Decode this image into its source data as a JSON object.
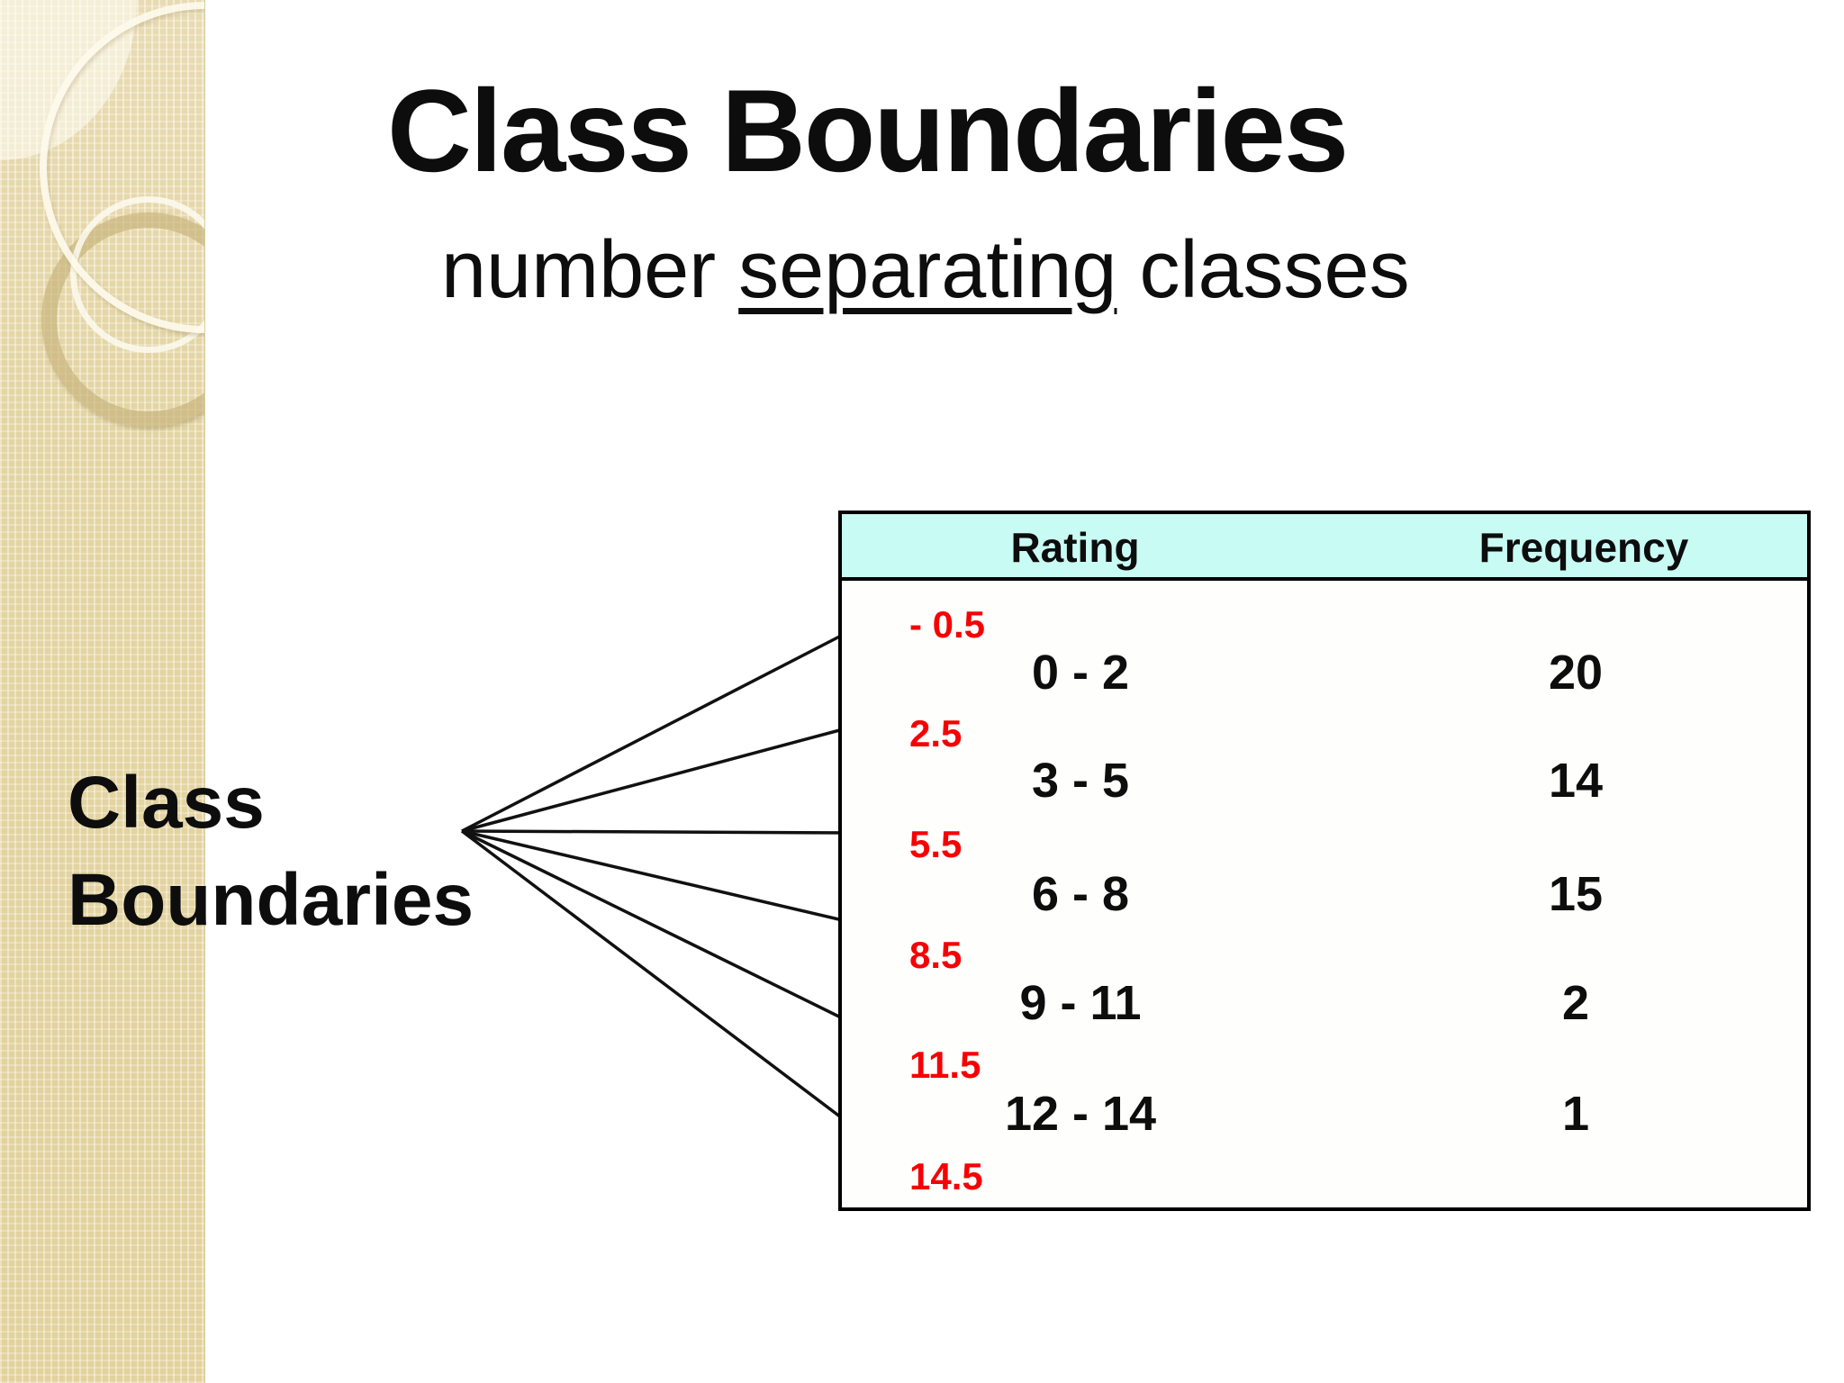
{
  "slide": {
    "title": "Class Boundaries",
    "subtitle": {
      "pre": "number ",
      "underlined": "separating",
      "post": " classes"
    },
    "side_label": {
      "line1": "Class",
      "line2": "Boundaries"
    }
  },
  "table": {
    "headers": {
      "rating": "Rating",
      "frequency": "Frequency"
    },
    "rows": [
      {
        "rating": "0 - 2",
        "frequency": "20"
      },
      {
        "rating": "3 - 5",
        "frequency": "14"
      },
      {
        "rating": "6 - 8",
        "frequency": "15"
      },
      {
        "rating": "9 - 11",
        "frequency": "2"
      },
      {
        "rating": "12 - 14",
        "frequency": "1"
      }
    ],
    "boundaries": [
      "- 0.5",
      "2.5",
      "5.5",
      "8.5",
      "11.5",
      "14.5"
    ]
  },
  "colors": {
    "header_bg": "#c8fbf3",
    "boundary_red": "#f70004",
    "text_black": "#0d0d0d",
    "sidebar_tan": "#e9dcae",
    "line_black": "#111111"
  }
}
